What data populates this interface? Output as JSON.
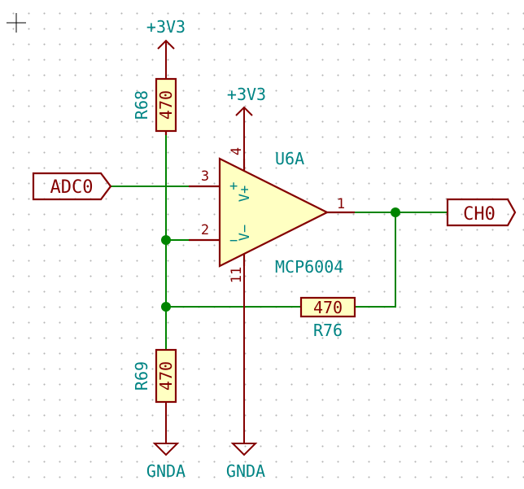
{
  "power": {
    "vcc_top": "+3V3",
    "vcc_opamp": "+3V3",
    "gnd_left": "GNDA",
    "gnd_right": "GNDA"
  },
  "opamp": {
    "ref": "U6A",
    "value": "MCP6004",
    "pin_noninv": "3",
    "pin_inv": "2",
    "pin_out": "1",
    "pin_vplus": "4",
    "pin_vminus": "11",
    "name_noninv": "+",
    "name_inv": "−",
    "name_vplus": "V+",
    "name_vminus": "V−"
  },
  "resistors": {
    "r68": {
      "ref": "R68",
      "value": "470"
    },
    "r69": {
      "ref": "R69",
      "value": "470"
    },
    "r76": {
      "ref": "R76",
      "value": "470"
    }
  },
  "labels": {
    "input": "ADC0",
    "output": "CH0"
  },
  "cursor_glyph": "+"
}
